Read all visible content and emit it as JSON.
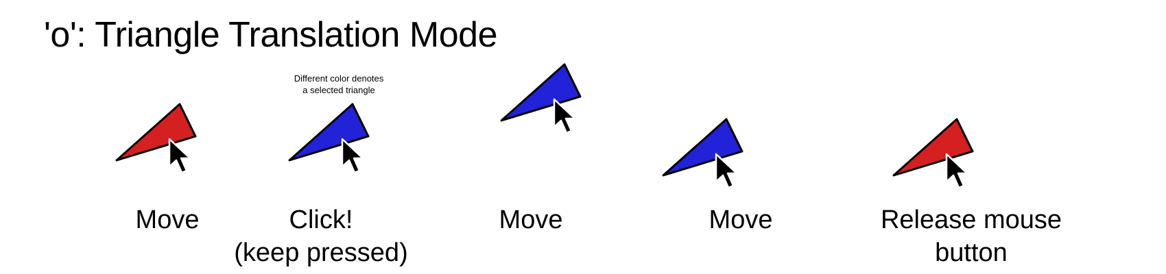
{
  "title": "'o': Triangle Translation Mode",
  "colors": {
    "unselected": "#d42020",
    "selected": "#2222d8",
    "outline": "#000000",
    "cursor": "#000000",
    "cursor_outline": "#ffffff"
  },
  "steps": [
    {
      "label": [
        "Move"
      ],
      "triangle_state": "unselected",
      "icon": "cursor-arrow-icon"
    },
    {
      "label": [
        "Click!",
        "(keep pressed)"
      ],
      "triangle_state": "selected",
      "icon": "cursor-arrow-icon",
      "note": [
        "Different color denotes",
        "a selected triangle"
      ]
    },
    {
      "label": [
        "Move"
      ],
      "triangle_state": "selected",
      "icon": "cursor-arrow-icon"
    },
    {
      "label": [
        "Move"
      ],
      "triangle_state": "selected",
      "icon": "cursor-arrow-icon"
    },
    {
      "label": [
        "Release mouse",
        "button"
      ],
      "triangle_state": "unselected",
      "icon": "cursor-arrow-icon"
    }
  ]
}
